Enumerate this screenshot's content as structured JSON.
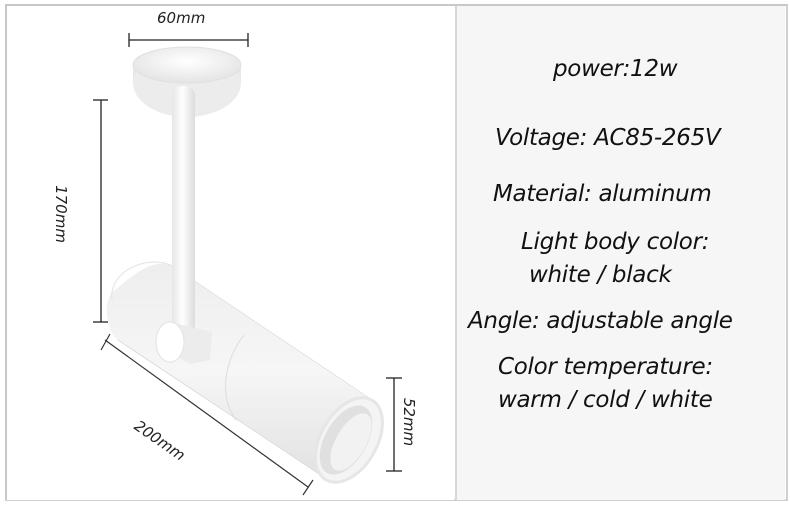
{
  "product_image": {
    "description": "White adjustable ceiling-mounted cylindrical LED spotlight with rod stem",
    "dimensions": {
      "base_width": "60mm",
      "stem_height": "170mm",
      "body_length": "200mm",
      "body_diameter": "52mm"
    }
  },
  "specs": {
    "power": "power:12w",
    "voltage": "Voltage: AC85-265V",
    "material": "Material: aluminum",
    "body_color_label": "Light body color:",
    "body_color_value": "white / black",
    "angle": "Angle: adjustable angle",
    "color_temp_label": "Color temperature:",
    "color_temp_value": "warm / cold / white"
  },
  "colors": {
    "left_bg": "#ffffff",
    "right_bg": "#f6f6f6",
    "border": "#c8c8c8",
    "text": "#111111",
    "fixture": "#f0f0f0"
  }
}
